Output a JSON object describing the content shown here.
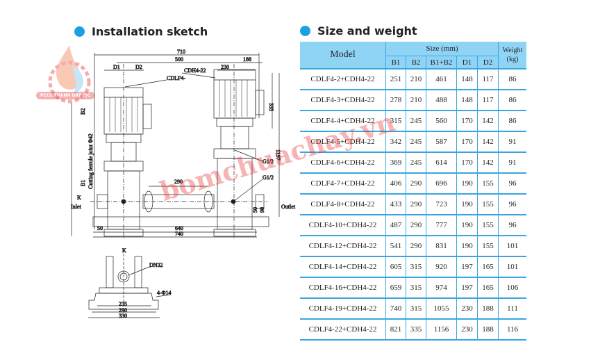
{
  "installation": {
    "title": "Installation sketch",
    "labels": {
      "dim_710": "710",
      "dim_500": "500",
      "dim_188": "188",
      "dim_230": "230",
      "d1": "D1",
      "d2": "D2",
      "cdlf": "CDLF4-",
      "cdh": "CDH4-22",
      "dim_335": "335",
      "dim_1197": "1197",
      "b2": "B2",
      "b1": "B1",
      "cutting": "Cutting ferrule joint Φ42",
      "g12a": "G1/2",
      "g12b": "G1/2",
      "dim_290": "290",
      "k": "K",
      "inlet": "Inlet",
      "outlet": "Outlet",
      "dim_50r": "50",
      "dim_90": "90",
      "dim_50": "50",
      "dim_640": "640",
      "dim_740": "740",
      "k2": "K",
      "dn32": "DN32",
      "holes": "4-Φ14",
      "dim_235": "235",
      "dim_290b": "290",
      "dim_330": "330"
    }
  },
  "size_weight": {
    "title": "Size and weight",
    "headers": {
      "model": "Model",
      "size": "Size (mm)",
      "weight": "Weight",
      "weight_unit": "(kg)",
      "b1": "B1",
      "b2": "B2",
      "b1b2": "B1+B2",
      "d1": "D1",
      "d2": "D2"
    },
    "rows": [
      [
        "CDLF4-2+CDH4-22",
        "251",
        "210",
        "461",
        "148",
        "117",
        "86"
      ],
      [
        "CDLF4-3+CDH4-22",
        "278",
        "210",
        "488",
        "148",
        "117",
        "86"
      ],
      [
        "CDLF4-4+CDH4-22",
        "315",
        "245",
        "560",
        "170",
        "142",
        "86"
      ],
      [
        "CDLF4-5+CDH4-22",
        "342",
        "245",
        "587",
        "170",
        "142",
        "91"
      ],
      [
        "CDLF4-6+CDH4-22",
        "369",
        "245",
        "614",
        "170",
        "142",
        "91"
      ],
      [
        "CDLF4-7+CDH4-22",
        "406",
        "290",
        "696",
        "190",
        "155",
        "96"
      ],
      [
        "CDLF4-8+CDH4-22",
        "433",
        "290",
        "723",
        "190",
        "155",
        "96"
      ],
      [
        "CDLF4-10+CDH4-22",
        "487",
        "290",
        "777",
        "190",
        "155",
        "96"
      ],
      [
        "CDLF4-12+CDH4-22",
        "541",
        "290",
        "831",
        "190",
        "155",
        "101"
      ],
      [
        "CDLF4-14+CDH4-22",
        "605",
        "315",
        "920",
        "197",
        "165",
        "101"
      ],
      [
        "CDLF4-16+CDH4-22",
        "659",
        "315",
        "974",
        "197",
        "165",
        "106"
      ],
      [
        "CDLF4-19+CDH4-22",
        "740",
        "315",
        "1055",
        "230",
        "188",
        "111"
      ],
      [
        "CDLF4-22+CDH4-22",
        "821",
        "335",
        "1156",
        "230",
        "188",
        "116"
      ]
    ]
  },
  "watermark": {
    "logo_text": "PCCC THANH DAT JSC",
    "site": "bomchuachay.vn"
  },
  "colors": {
    "accent": "#1ba1e2",
    "header_bg": "#8fd4f5",
    "grid": "#3aa6e0"
  }
}
